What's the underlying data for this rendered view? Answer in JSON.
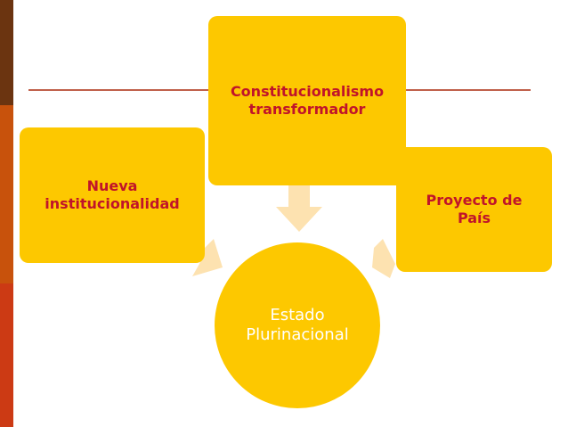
{
  "diagram": {
    "top_box": "Constitucionalismo\ntransformador",
    "left_box": "Nueva\ninstitucionalidad",
    "right_box": "Proyecto de\nPaís",
    "center_circle": "Estado\nPlurinacional"
  },
  "colors": {
    "box_fill": "#fdc800",
    "box_text": "#c0142a",
    "circle_text": "#ffffff",
    "arrow_fill": "#fde2b0",
    "divider_line": "#c0604a"
  }
}
